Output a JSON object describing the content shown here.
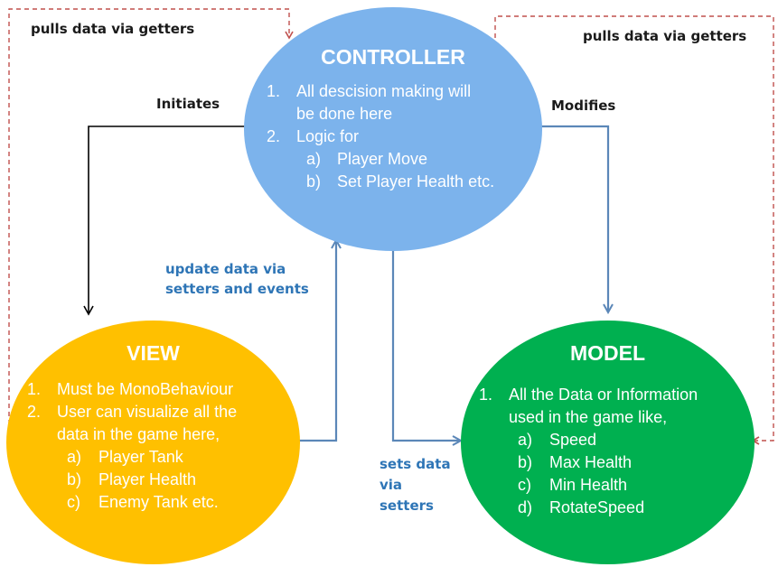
{
  "colors": {
    "controller_fill": "#7cb3ec",
    "view_fill": "#ffc000",
    "model_fill": "#00b050",
    "dashed_arrow": "#c0504d",
    "blue_arrow": "#5b87b8",
    "black_arrow": "#000000",
    "blue_label": "#2e75b6"
  },
  "controller": {
    "title": "CONTROLLER",
    "items": [
      {
        "num": "1.",
        "line1": "All descision making will",
        "line2": "be done here"
      },
      {
        "num": "2.",
        "line1": "Logic for"
      }
    ],
    "sub_items": [
      {
        "num": "a)",
        "text": "Player Move"
      },
      {
        "num": "b)",
        "text": "Set Player Health etc."
      }
    ]
  },
  "view": {
    "title": "VIEW",
    "items": [
      {
        "num": "1.",
        "line1": "Must be MonoBehaviour"
      },
      {
        "num": "2.",
        "line1": "User can visualize all the",
        "line2": "data in the game here,"
      }
    ],
    "sub_items": [
      {
        "num": "a)",
        "text": "Player Tank"
      },
      {
        "num": "b)",
        "text": "Player Health"
      },
      {
        "num": "c)",
        "text": "Enemy Tank etc."
      }
    ]
  },
  "model": {
    "title": "MODEL",
    "items": [
      {
        "num": "1.",
        "line1": "All the Data or Information",
        "line2": "used in the game like,"
      }
    ],
    "sub_items": [
      {
        "num": "a)",
        "text": "Speed"
      },
      {
        "num": "b)",
        "text": "Max Health"
      },
      {
        "num": "c)",
        "text": "Min Health"
      },
      {
        "num": "d)",
        "text": "RotateSpeed"
      }
    ]
  },
  "edges": {
    "view_pulls": "pulls data via getters",
    "model_pulls": "pulls data via getters",
    "initiates": "Initiates",
    "modifies": "Modifies",
    "update_line1": "update data via",
    "update_line2": "setters and events",
    "sets_line1": "sets data",
    "sets_line2": "via",
    "sets_line3": "setters"
  }
}
